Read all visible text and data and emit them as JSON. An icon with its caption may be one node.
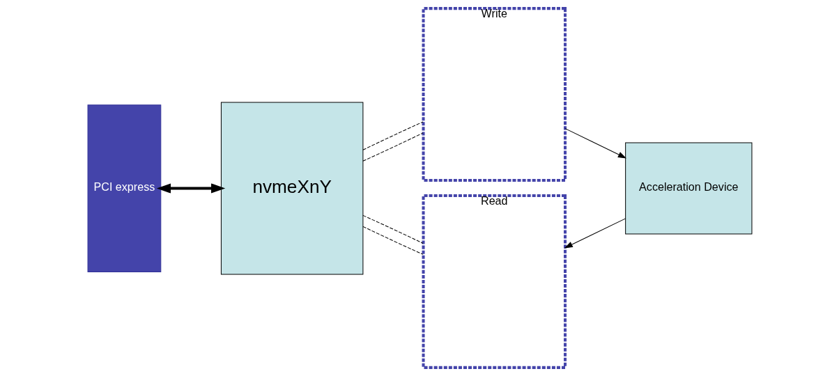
{
  "diagram": {
    "nodes": [
      {
        "text": [
          "PCI express"
        ]
      },
      {
        "text": [
          "nvmeXnY"
        ]
      },
      {
        "text": [
          "Write"
        ]
      },
      {
        "text": [
          "Read"
        ]
      },
      {
        "text": [
          "Acceleration Device"
        ]
      }
    ],
    "edges": [
      {
        "from": 0,
        "to": 1,
        "arrow": "both",
        "style": "thick"
      },
      {
        "from": 1,
        "to": 2,
        "arrow": "none",
        "style": "dashed"
      },
      {
        "from": 1,
        "to": 2,
        "arrow": "none",
        "style": "dashed"
      },
      {
        "from": 1,
        "to": 3,
        "arrow": "none",
        "style": "dashed"
      },
      {
        "from": 1,
        "to": 3,
        "arrow": "none",
        "style": "dashed"
      },
      {
        "from": 2,
        "to": 4,
        "arrow": "to"
      },
      {
        "from": 4,
        "to": 3,
        "arrow": "to"
      }
    ]
  }
}
